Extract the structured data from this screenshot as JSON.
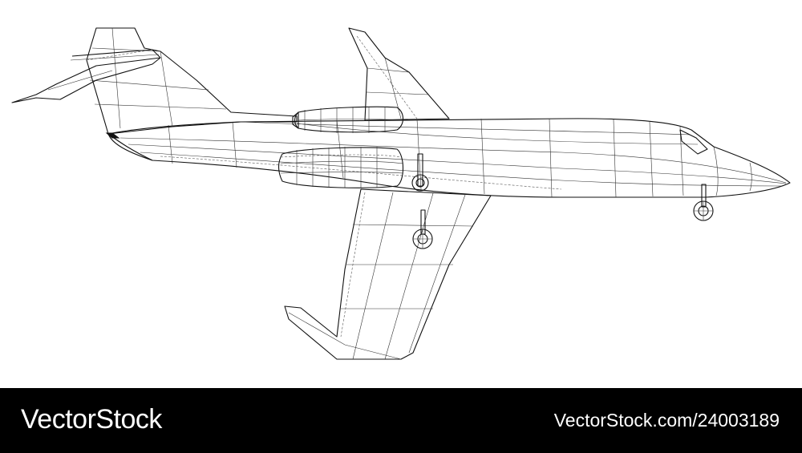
{
  "footer": {
    "brand": "VectorStock",
    "stock_id": "VectorStock.com/24003189"
  },
  "illustration": {
    "subject": "wireframe-business-jet-side-view",
    "line_color": "#111111",
    "background_color": "#ffffff",
    "footer_color": "#000000"
  }
}
